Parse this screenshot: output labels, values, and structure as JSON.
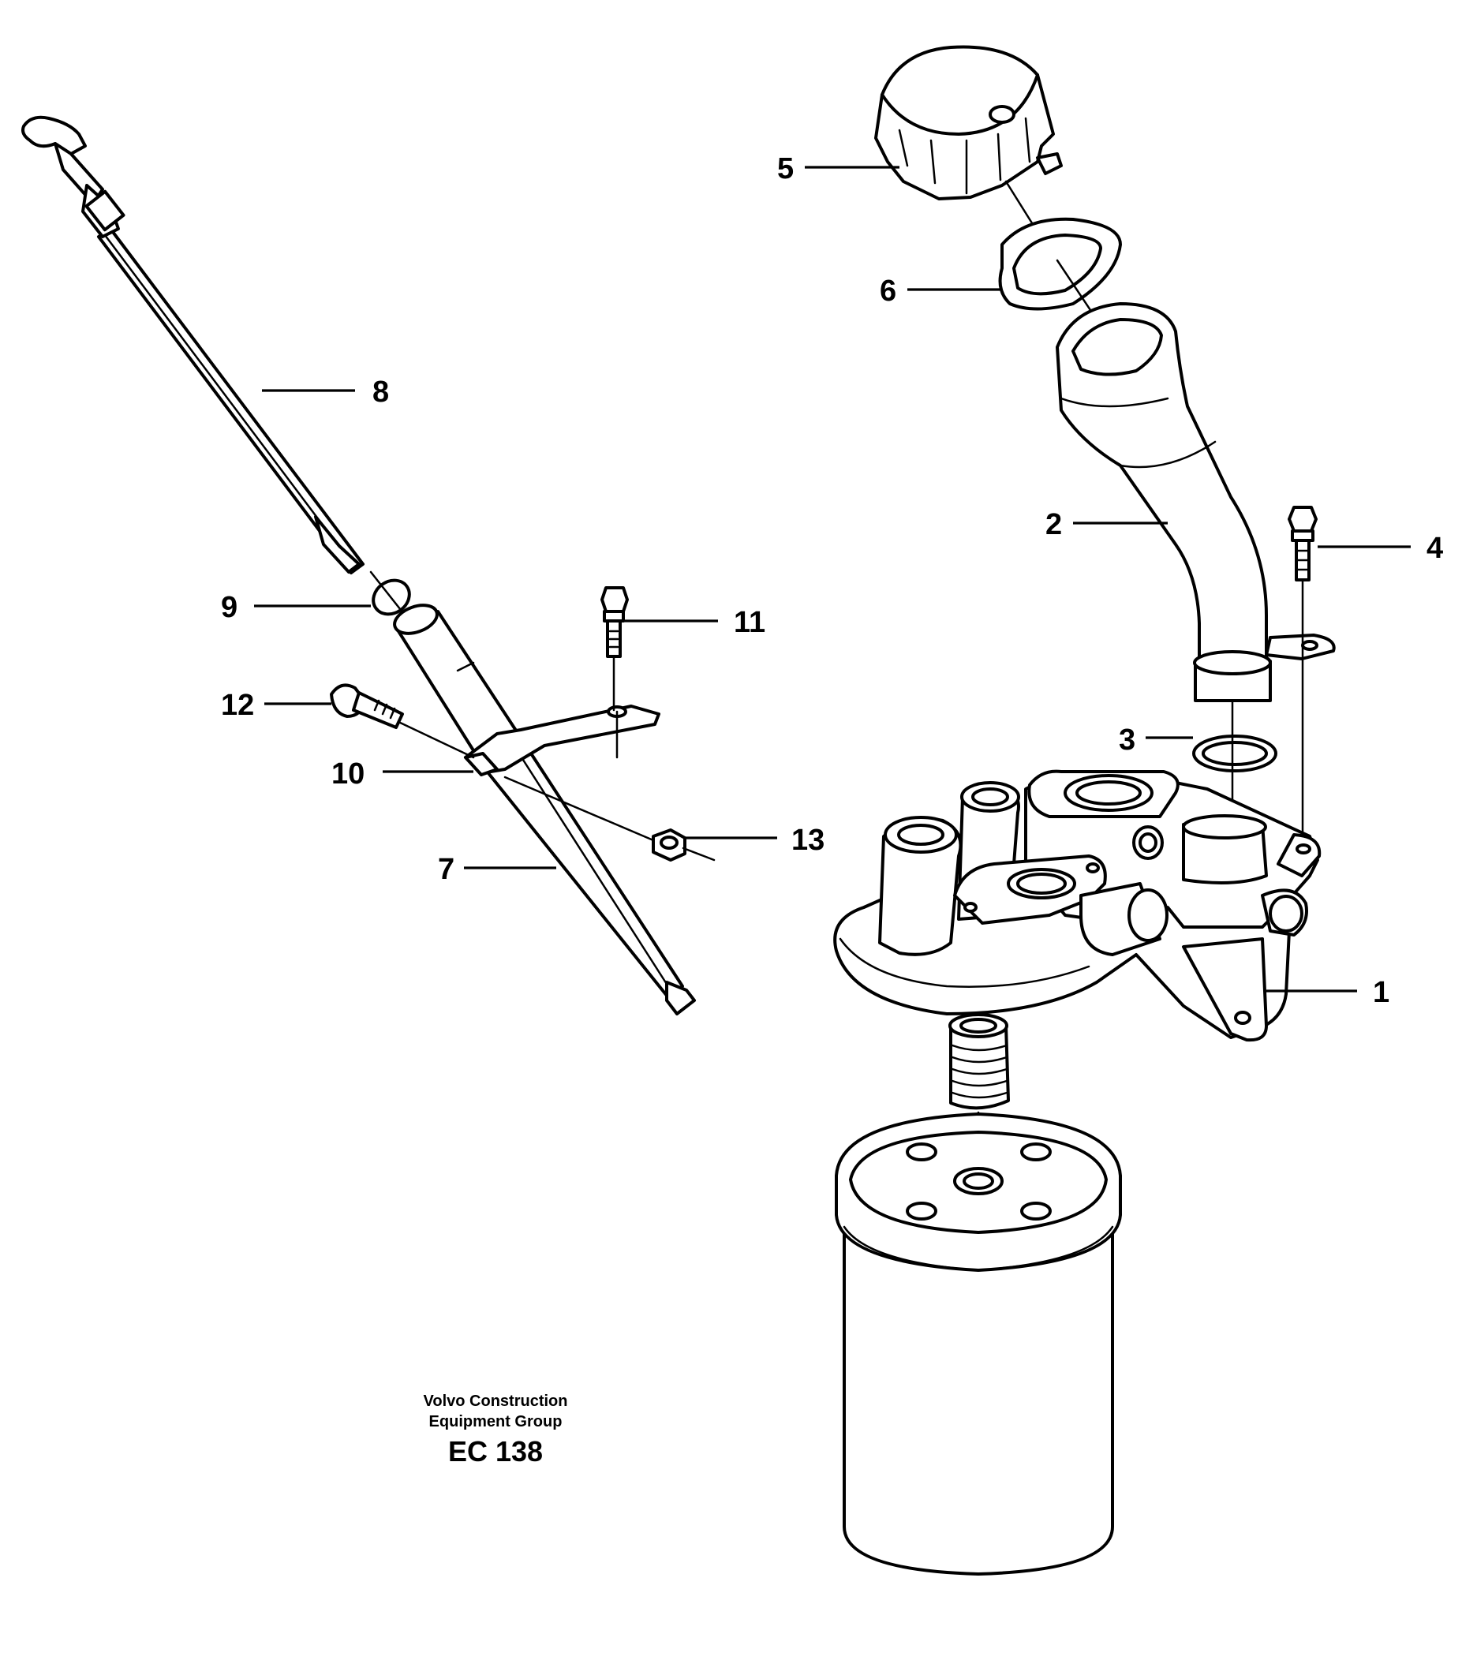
{
  "callouts": {
    "c1": "1",
    "c2": "2",
    "c3": "3",
    "c4": "4",
    "c5": "5",
    "c6": "6",
    "c7": "7",
    "c8": "8",
    "c9": "9",
    "c10": "10",
    "c11": "11",
    "c12": "12",
    "c13": "13"
  },
  "footer": {
    "company_line1": "Volvo Construction",
    "company_line2": "Equipment Group",
    "code": "EC 138"
  }
}
